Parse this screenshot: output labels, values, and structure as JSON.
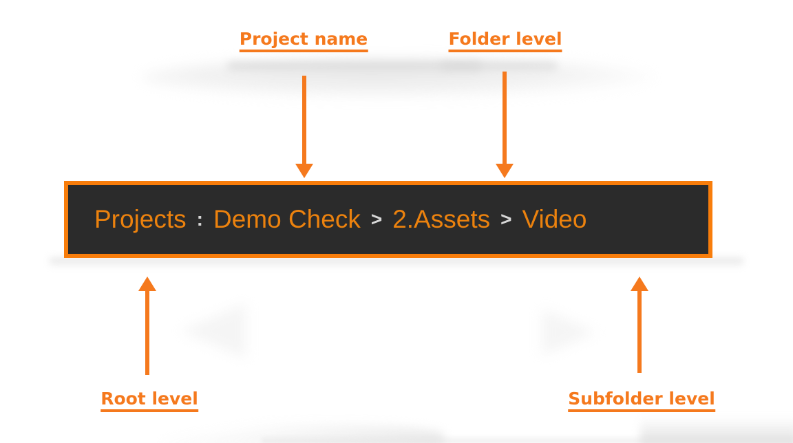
{
  "colors": {
    "page-bg": "#ffffff",
    "accent": "#f5791d",
    "bar-border": "#f87d0b",
    "bar-bg": "#2b2b2b",
    "breadcrumb-text": "#ec820e",
    "separator": "#d8d8d8"
  },
  "breadcrumb": {
    "root": "Projects",
    "colon_separator": ":",
    "chevron_separator": ">",
    "project": "Demo Check",
    "folder": "2.Assets",
    "subfolder": "Video"
  },
  "annotations": {
    "project_name": {
      "label": "Project name"
    },
    "folder_level": {
      "label": "Folder level"
    },
    "root_level": {
      "label": "Root level"
    },
    "subfolder_level": {
      "label": "Subfolder level"
    }
  }
}
